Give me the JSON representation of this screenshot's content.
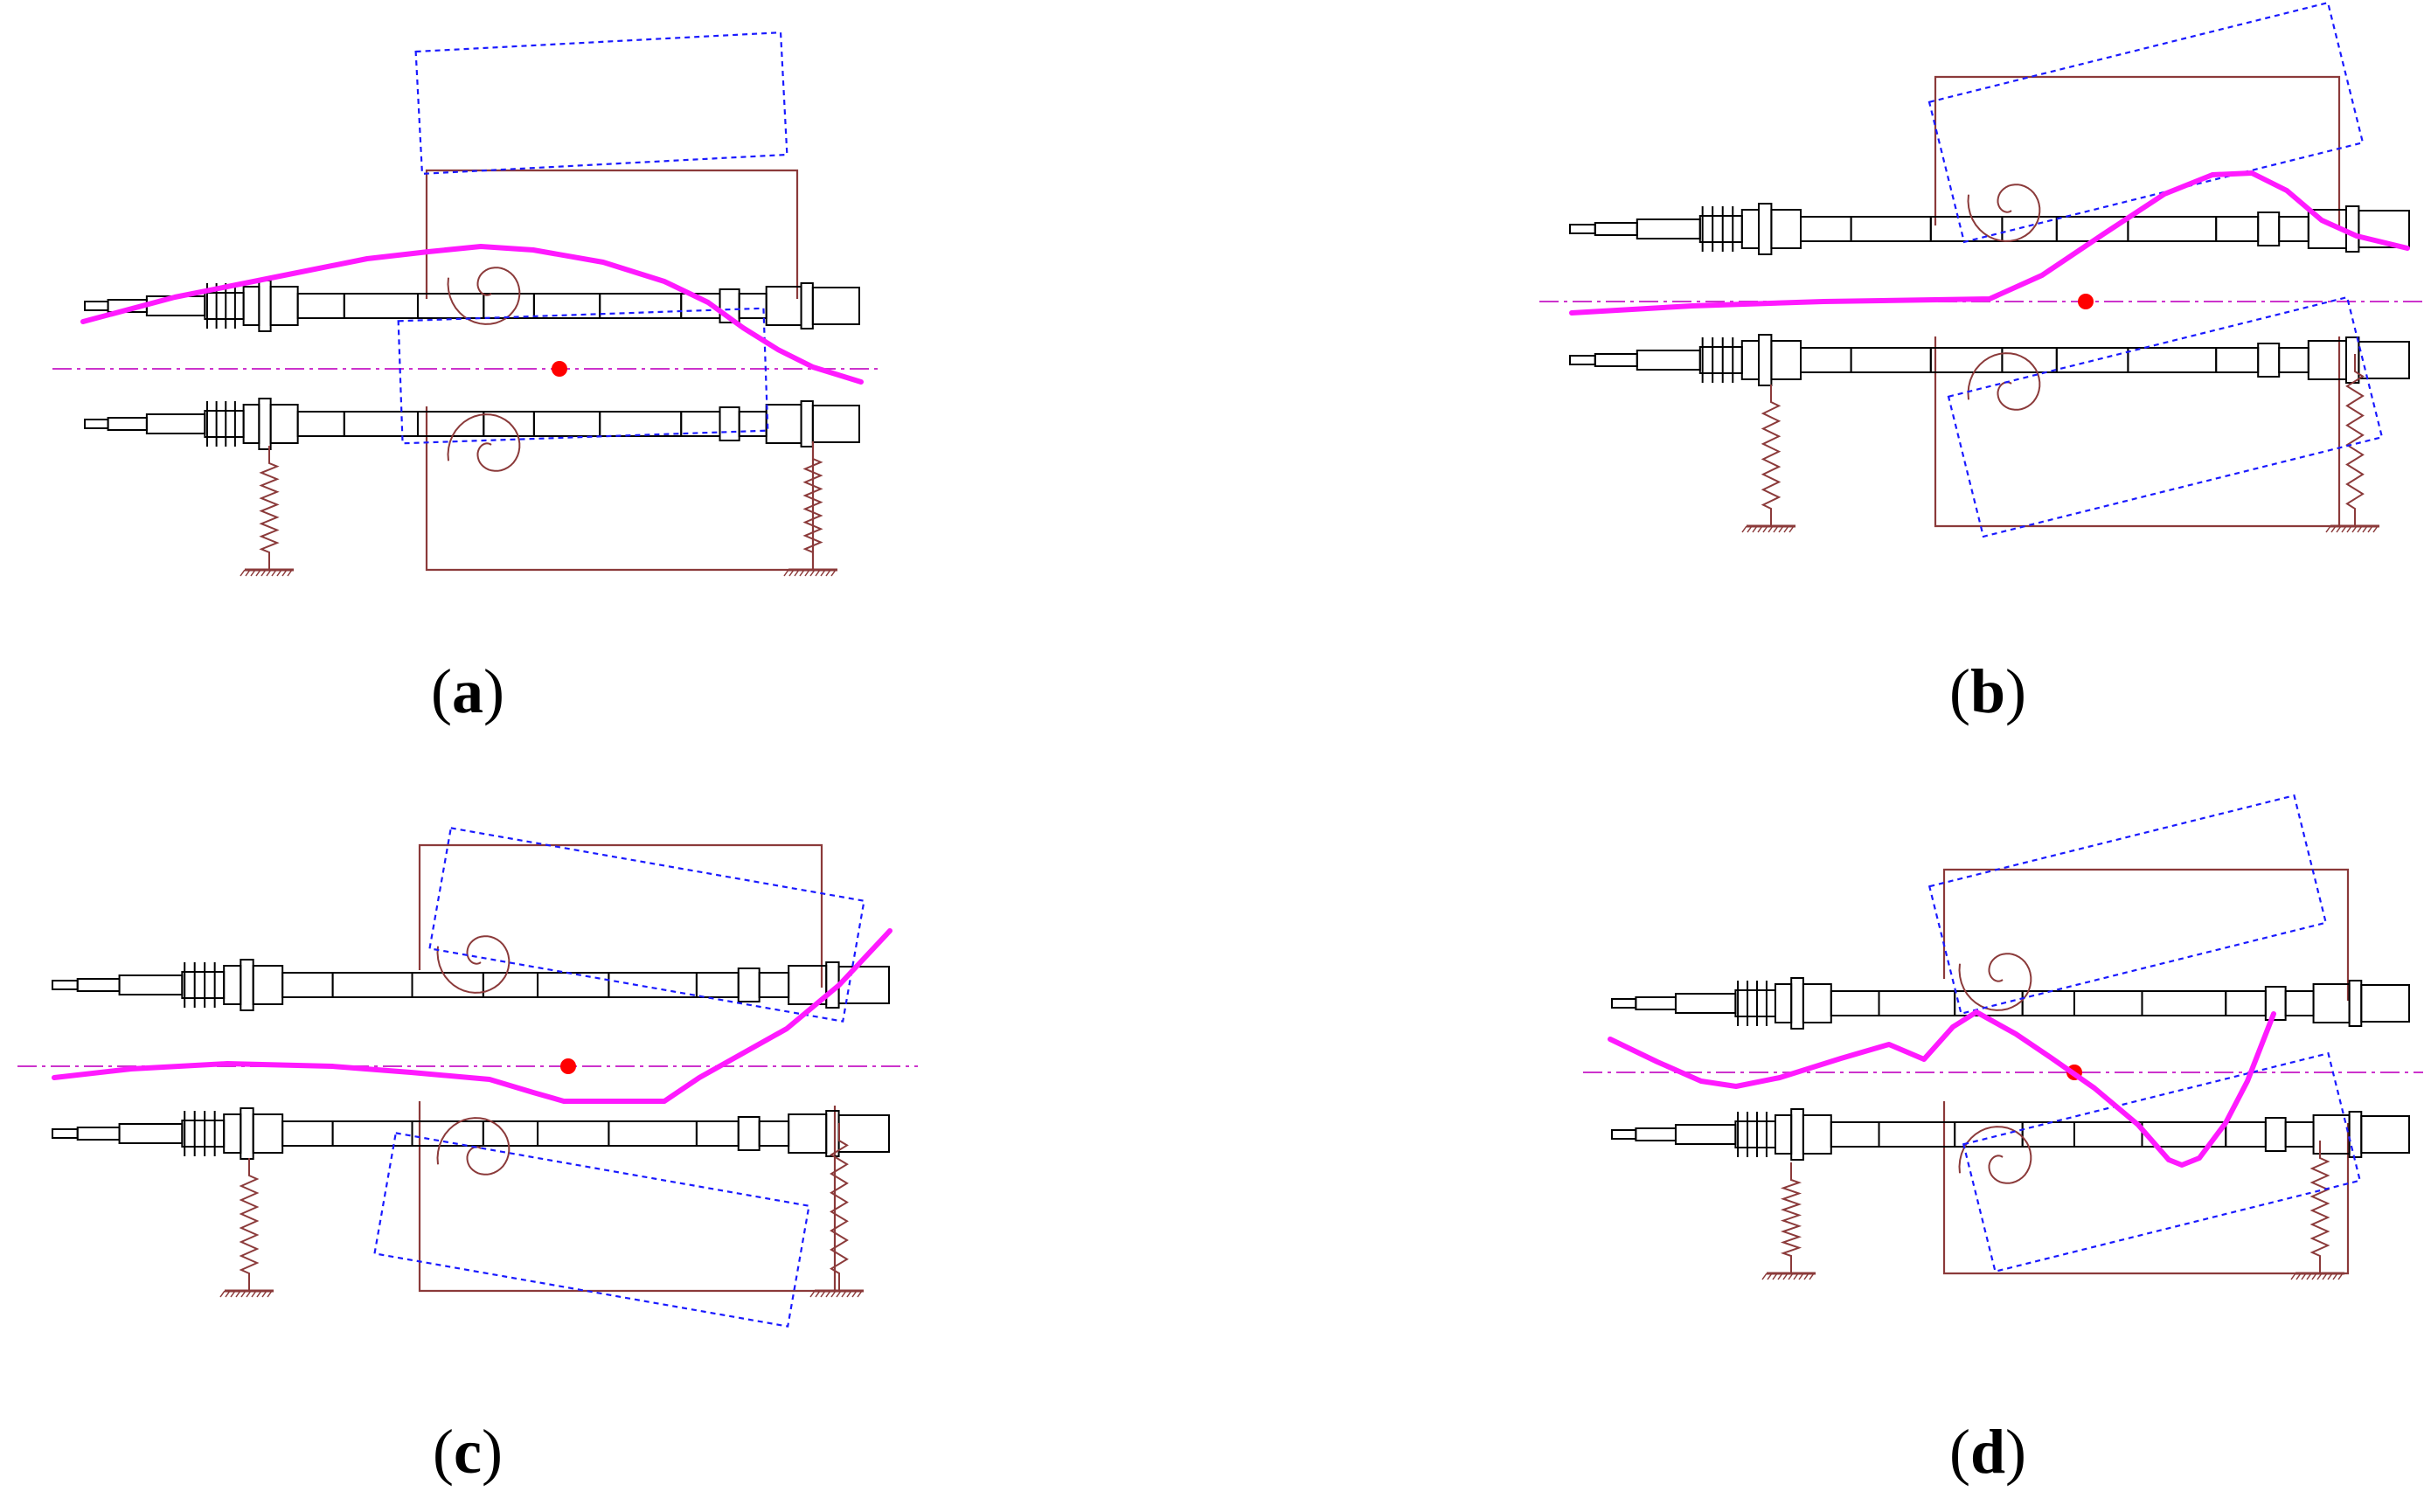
{
  "panels": [
    {
      "id": "a",
      "label": "a",
      "paren_open": "(",
      "paren_close": ")"
    },
    {
      "id": "b",
      "label": "b",
      "paren_open": "(",
      "paren_close": ")"
    },
    {
      "id": "c",
      "label": "c",
      "paren_open": "(",
      "paren_close": ")"
    },
    {
      "id": "d",
      "label": "d",
      "paren_open": "(",
      "paren_close": ")"
    }
  ],
  "colors": {
    "shaft": "#000000",
    "frame": "#8b3a3a",
    "mode_outline": "#1a1aff",
    "mode_shape": "#ff1aff",
    "centerline": "#cc33cc",
    "center_point": "#ff0000"
  }
}
